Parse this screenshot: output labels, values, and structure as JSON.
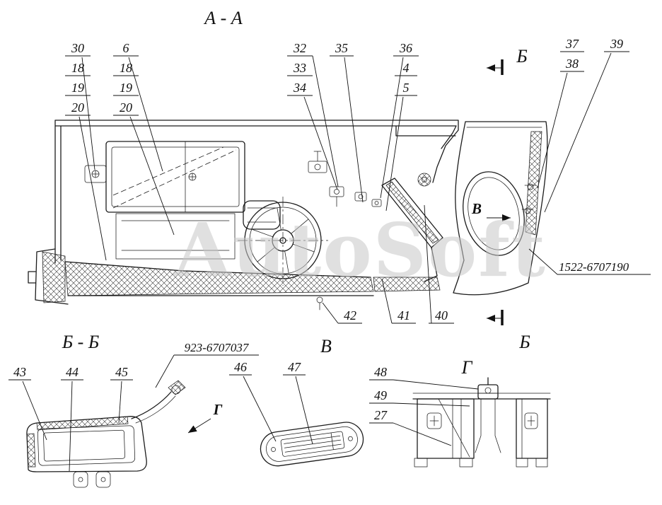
{
  "watermark": "AutoSoft",
  "titles": {
    "section_aa": "А - А",
    "section_bb": "Б - Б",
    "view_v": "В",
    "view_g": "Г"
  },
  "cut_markers": {
    "top": "Б",
    "bottom": "Б"
  },
  "view_arrows": {
    "v": "В",
    "g": "Г"
  },
  "part_numbers": {
    "main_assembly": "1522-6707190",
    "cover_assembly": "923-6707037"
  },
  "callouts": {
    "group_left_a": [
      "30",
      "18",
      "19",
      "20"
    ],
    "group_left_b": [
      "6",
      "18",
      "19",
      "20"
    ],
    "group_mid": [
      "32",
      "33",
      "34"
    ],
    "c35": "35",
    "c36": "36",
    "group_45": [
      "4",
      "5"
    ],
    "group_right": [
      "37",
      "38"
    ],
    "c39": "39",
    "c42": "42",
    "c41": "41",
    "c40": "40",
    "c43": "43",
    "c44": "44",
    "c45": "45",
    "c46": "46",
    "c47": "47",
    "c48": "48",
    "group_49_27": [
      "49",
      "27"
    ]
  }
}
